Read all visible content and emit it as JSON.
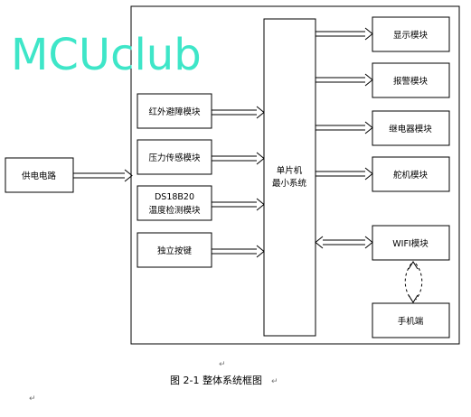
{
  "watermark": "MCUclub",
  "colors": {
    "watermark": "#3ee6c8",
    "line": "#000000",
    "phone_link": "#000000"
  },
  "modules": {
    "power": "供电电路",
    "ir": "红外避障模块",
    "pressure": "压力传感模块",
    "ds18b20_line1": "DS18B20",
    "ds18b20_line2": "温度检测模块",
    "button": "独立按键",
    "mcu_line1": "单片机",
    "mcu_line2": "最小系统",
    "display": "显示模块",
    "alarm": "报警模块",
    "relay": "继电器模块",
    "servo": "舵机模块",
    "wifi": "WIFI模块",
    "phone": "手机端"
  },
  "caption": "图 2-1  整体系统框图",
  "paragraph_mark": "↵"
}
